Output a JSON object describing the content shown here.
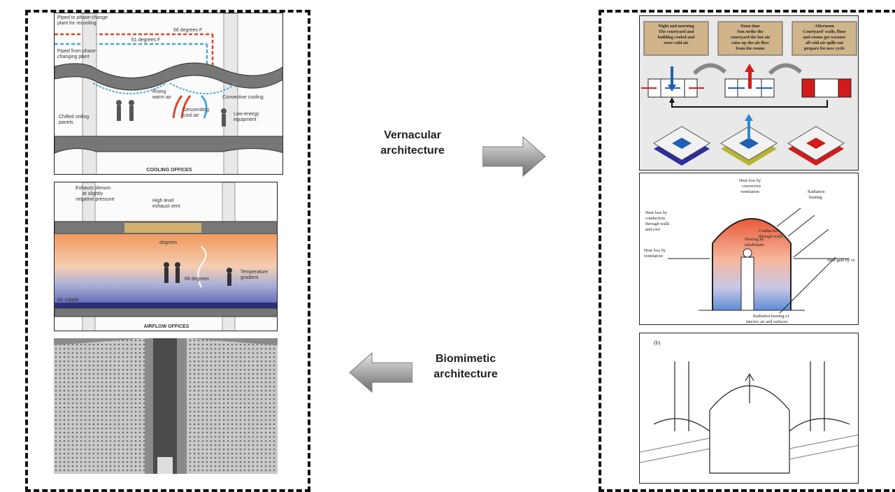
{
  "labels": {
    "vernacular": [
      "Vernacular",
      "architecture"
    ],
    "biomimetic": [
      "Biomimetic",
      "architecture"
    ]
  },
  "cooling_offices": {
    "title": "COOLING OFFICES",
    "piped_to": [
      "Piped to phase-change",
      "plant for recooling"
    ],
    "temp_66": "66 degrees F",
    "temp_61": "61 degrees F",
    "piped_from": [
      "Piped from phase-",
      "changing plant"
    ],
    "rising": [
      "Rising",
      "warm air"
    ],
    "convective": "Convective cooling",
    "descending": [
      "Descending",
      "cool air"
    ],
    "chilled": [
      "Chilled ceiling",
      "panels"
    ],
    "low_energy": [
      "Low-energy",
      "equipment"
    ]
  },
  "airflow_offices": {
    "title": "AIRFLOW OFFICES",
    "exhaust": [
      "Exhaust plenum",
      "at slightly",
      "negative pressure"
    ],
    "high_level": [
      "High level",
      "exhaust vent"
    ],
    "degrees_top": "degrees",
    "degrees_mid": "68 degrees",
    "air_supply": "Air supply",
    "temp_gradient": [
      "Temperature",
      "gradient"
    ]
  },
  "courtyard": {
    "boxes": [
      [
        "Night and morning",
        "The courtyard and",
        "building cooled and",
        "store cold air"
      ],
      [
        "Noon time",
        "Sun strike the",
        "courtyard the hot air",
        "raise up the air flow",
        "from the rooms"
      ],
      [
        "Afternoon",
        "Courtyard' walls, floor",
        "and rooms get warmer",
        "all cold air spills out",
        "prepare for new cycle"
      ]
    ]
  },
  "dome": {
    "convective": [
      "Heat loss by",
      "convective",
      "ventilation"
    ],
    "radiation": [
      "Radiation",
      "heating"
    ],
    "conduction_walls": [
      "Heat loss by",
      "conduction",
      "through walls",
      "and roof"
    ],
    "conduction_inner": [
      "Conduction",
      "through walls"
    ],
    "inhabitants": [
      "Heating by",
      "inhabitants"
    ],
    "ventilation": [
      "Heat loss by",
      "ventilation"
    ],
    "gain": "Heat gain by ve",
    "interior": [
      "Radiation heating of",
      "interior air and surfaces"
    ]
  },
  "cistern": {
    "tag": "(b)"
  },
  "colors": {
    "blue": "#1f5fb5",
    "red": "#d21c1c",
    "yellow": "#b7b330",
    "arrow": "#9a9a9a"
  }
}
